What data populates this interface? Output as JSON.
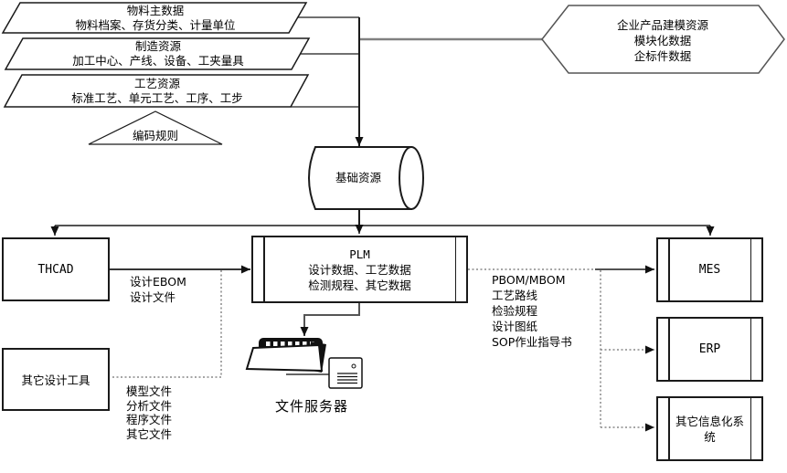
{
  "nodes": {
    "material_master": {
      "title": "物料主数据",
      "subtitle": "物料档案、存货分类、计量单位"
    },
    "manufacturing_resource": {
      "title": "制造资源",
      "subtitle": "加工中心、产线、设备、工夹量具"
    },
    "process_resource": {
      "title": "工艺资源",
      "subtitle": "标准工艺、单元工艺、工序、工步"
    },
    "coding_rule": {
      "label": "编码规则"
    },
    "enterprise_modeling": {
      "line1": "企业产品建模资源",
      "line2": "模块化数据",
      "line3": "企标件数据"
    },
    "base_resource": {
      "label": "基础资源"
    },
    "thcad": {
      "label": "THCAD"
    },
    "plm": {
      "line1": "PLM",
      "line2": "设计数据、工艺数据",
      "line3": "检测规程、其它数据"
    },
    "other_design_tools": {
      "label": "其它设计工具"
    },
    "file_server": {
      "label": "文件服务器"
    },
    "mes": {
      "label": "MES"
    },
    "erp": {
      "label": "ERP"
    },
    "other_info_system": {
      "label": "其它信息化系统"
    }
  },
  "edge_labels": {
    "thcad_plm": {
      "0": "设计EBOM",
      "1": "设计文件"
    },
    "other_tools_files": {
      "0": "模型文件",
      "1": "分析文件",
      "2": "程序文件",
      "3": "其它文件"
    },
    "plm_mes": {
      "0": "PBOM/MBOM",
      "1": "工艺路线",
      "2": "检验规程",
      "3": "设计图纸",
      "4": "SOP作业指导书"
    }
  },
  "colors": {
    "line": "#1a1a1a",
    "gray_connector": "#808080",
    "dotted": "#888888",
    "fill": "#ffffff"
  }
}
